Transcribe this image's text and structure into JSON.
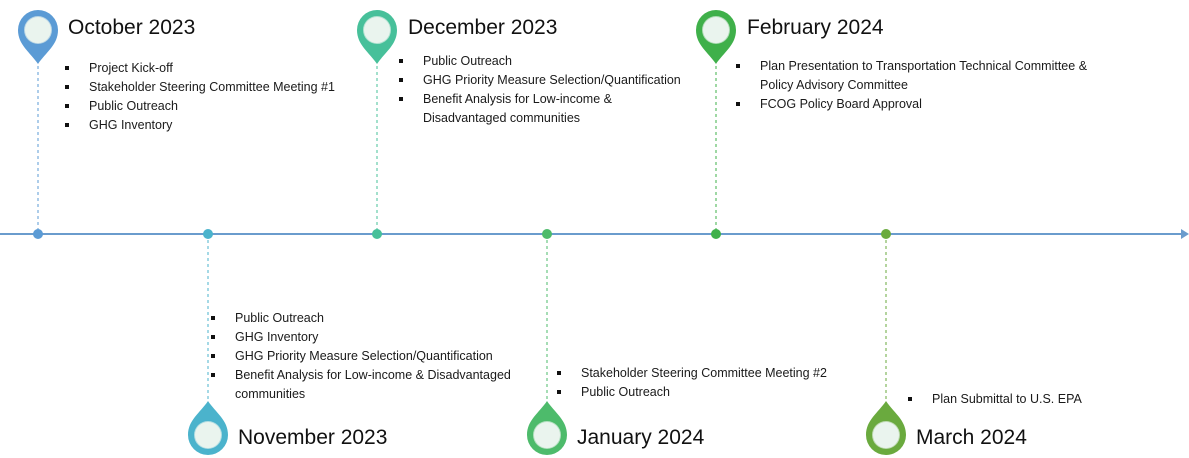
{
  "timeline": {
    "line_color": "#6a9ccd",
    "milestones": [
      {
        "title": "October 2023",
        "color": "#5b9bd5",
        "items": [
          "Project Kick-off",
          "Stakeholder Steering Committee Meeting #1",
          "Public Outreach",
          "GHG Inventory"
        ]
      },
      {
        "title": "November 2023",
        "color": "#4bb3cc",
        "items": [
          "Public Outreach",
          "GHG Inventory",
          "GHG Priority Measure Selection/Quantification",
          "Benefit Analysis for Low-income & Disadvantaged communities"
        ]
      },
      {
        "title": "December 2023",
        "color": "#47c09a",
        "items": [
          "Public Outreach",
          "GHG Priority Measure Selection/Quantification",
          "Benefit Analysis for Low-income & Disadvantaged communities"
        ]
      },
      {
        "title": "January 2024",
        "color": "#4dbb6b",
        "items": [
          "Stakeholder Steering Committee Meeting #2",
          "Public Outreach"
        ]
      },
      {
        "title": "February 2024",
        "color": "#3fb04a",
        "items": [
          "Plan Presentation to Transportation Technical Committee & Policy Advisory Committee",
          "FCOG Policy Board Approval"
        ]
      },
      {
        "title": "March 2024",
        "color": "#6aaa3e",
        "items": [
          "Plan Submittal to U.S. EPA"
        ]
      }
    ]
  }
}
